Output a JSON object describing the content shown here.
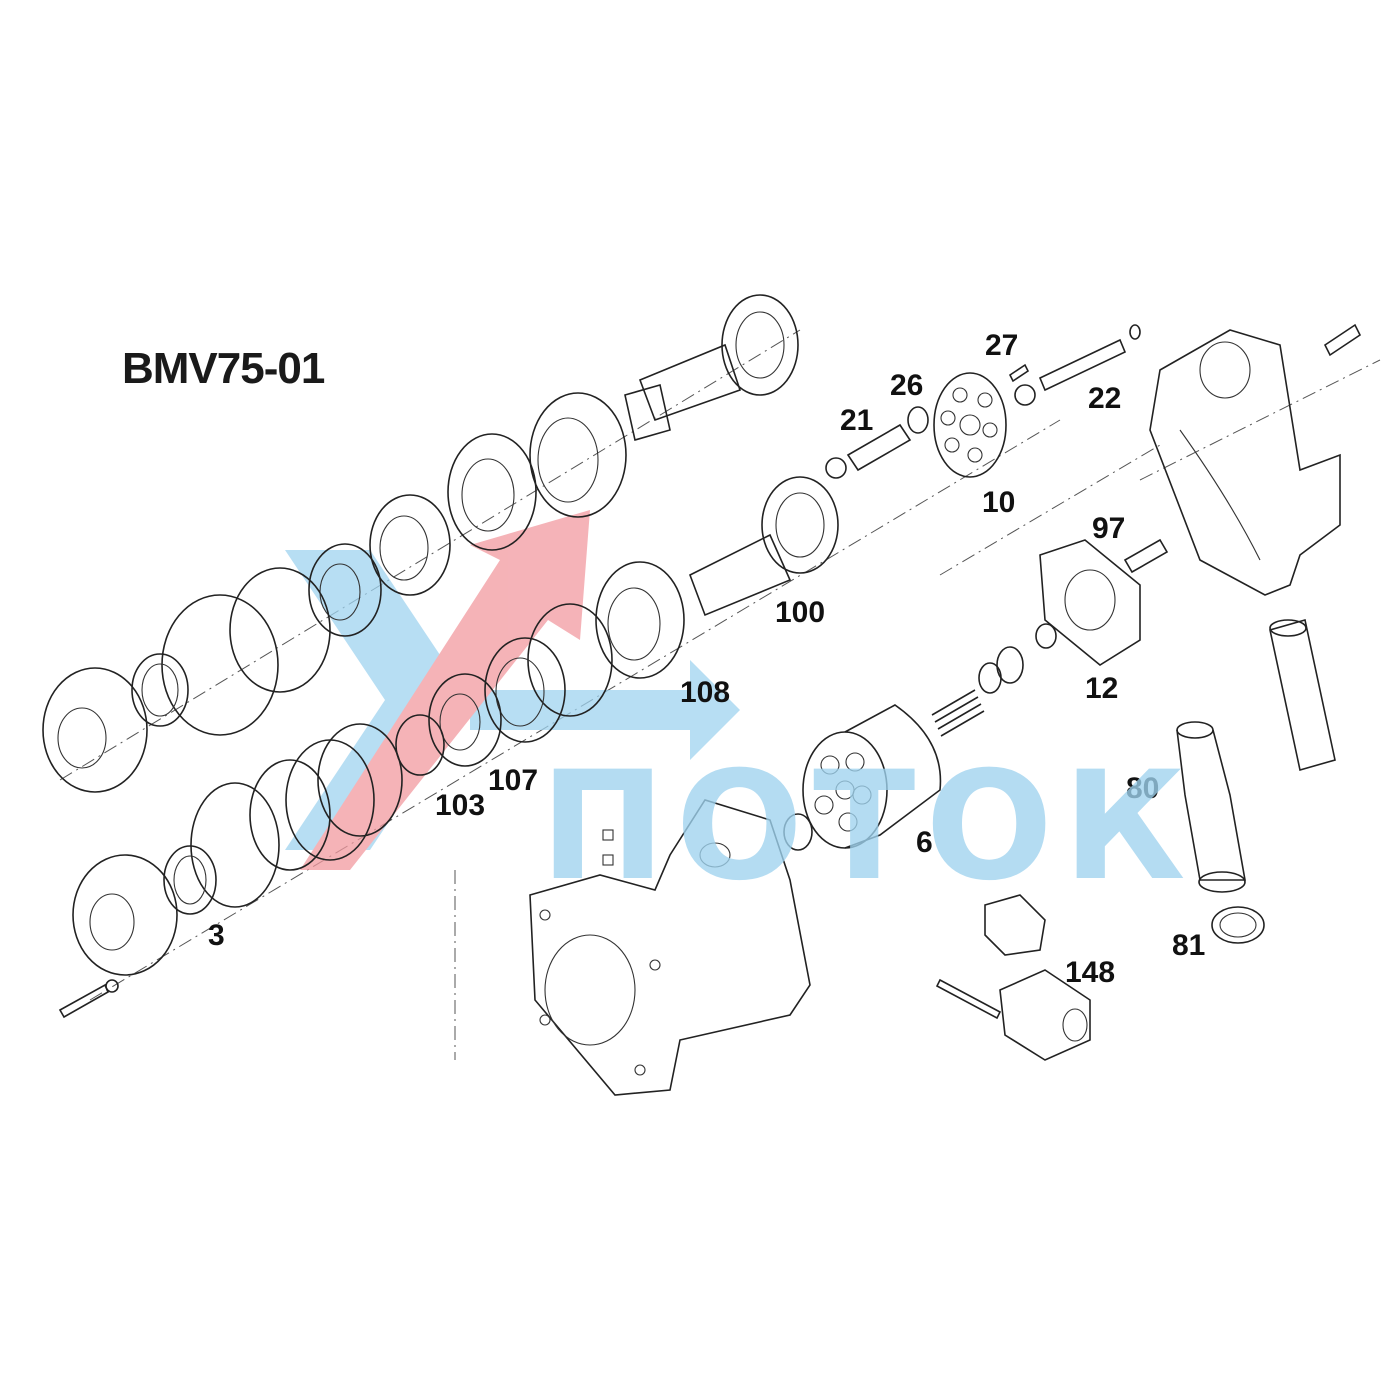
{
  "diagram": {
    "title": "BMV75-01",
    "watermark_text": "ПОТОК",
    "colors": {
      "line": "#222222",
      "watermark_blue": "#9fd3ef",
      "watermark_red": "#f29aa0"
    },
    "part_labels": [
      "27",
      "26",
      "22",
      "21",
      "10",
      "97",
      "100",
      "108",
      "12",
      "107",
      "103",
      "80",
      "6",
      "3",
      "148",
      "81"
    ]
  }
}
